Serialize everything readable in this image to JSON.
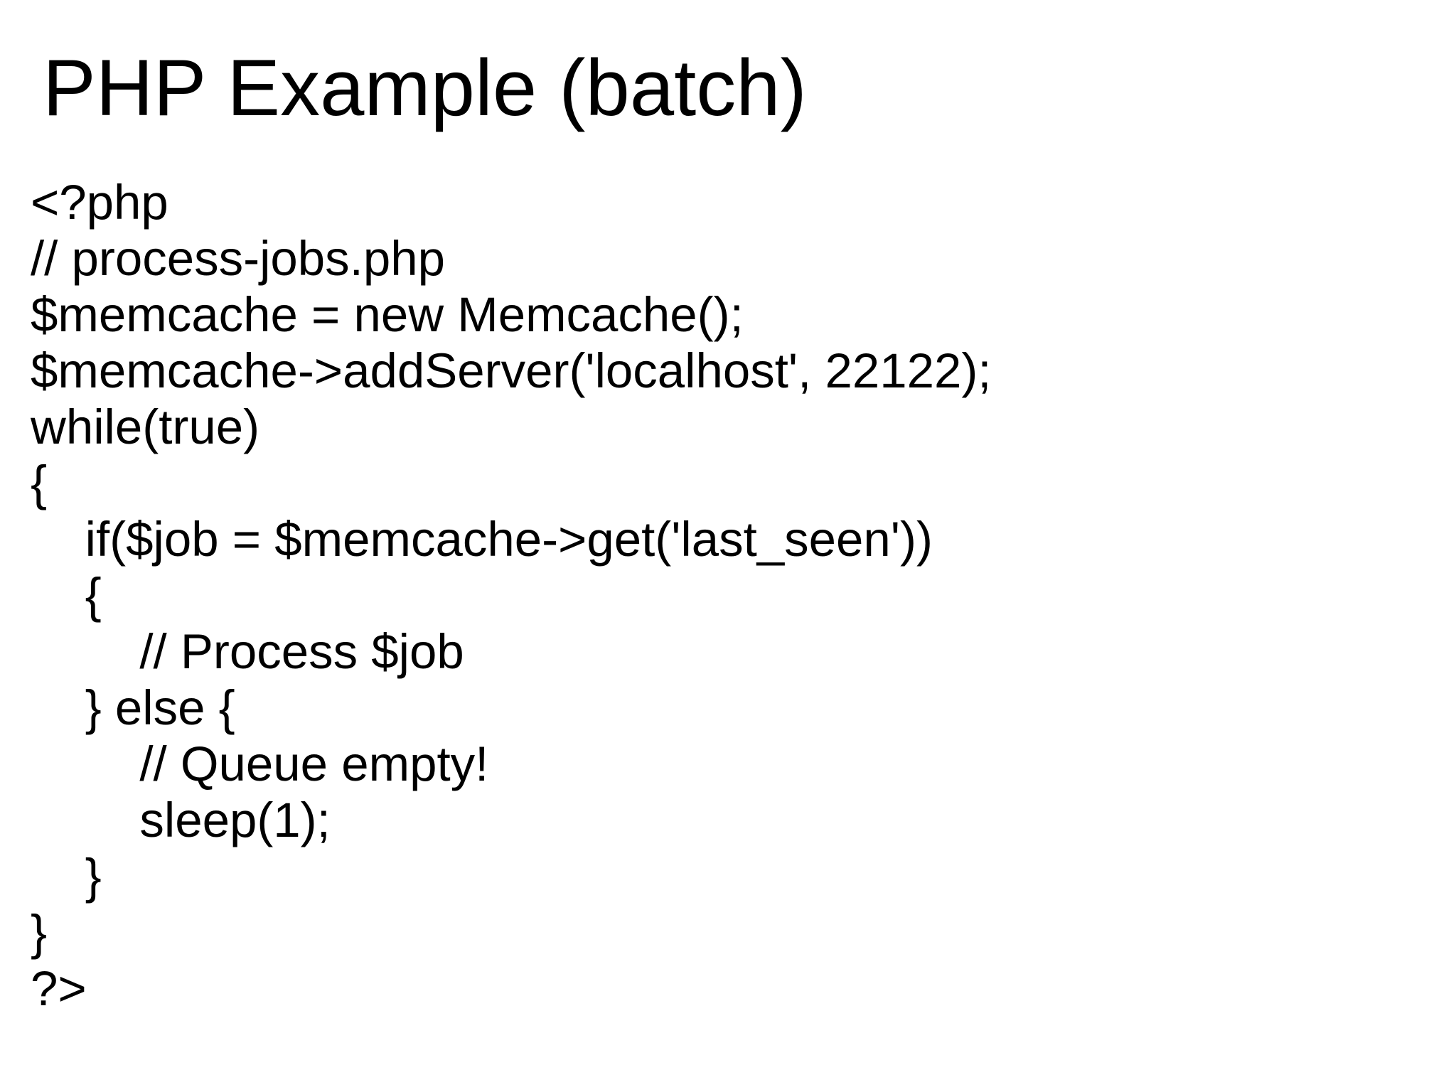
{
  "slide": {
    "title": "PHP Example (batch)",
    "code_lines": [
      "<?php",
      "// process-jobs.php",
      "$memcache = new Memcache();",
      "$memcache->addServer('localhost', 22122);",
      "while(true)",
      "{",
      "    if($job = $memcache->get('last_seen'))",
      "    {",
      "        // Process $job",
      "    } else {",
      "        // Queue empty!",
      "        sleep(1);",
      "    }",
      "}",
      "?>"
    ]
  },
  "colors": {
    "background": "#ffffff",
    "text": "#000000"
  }
}
